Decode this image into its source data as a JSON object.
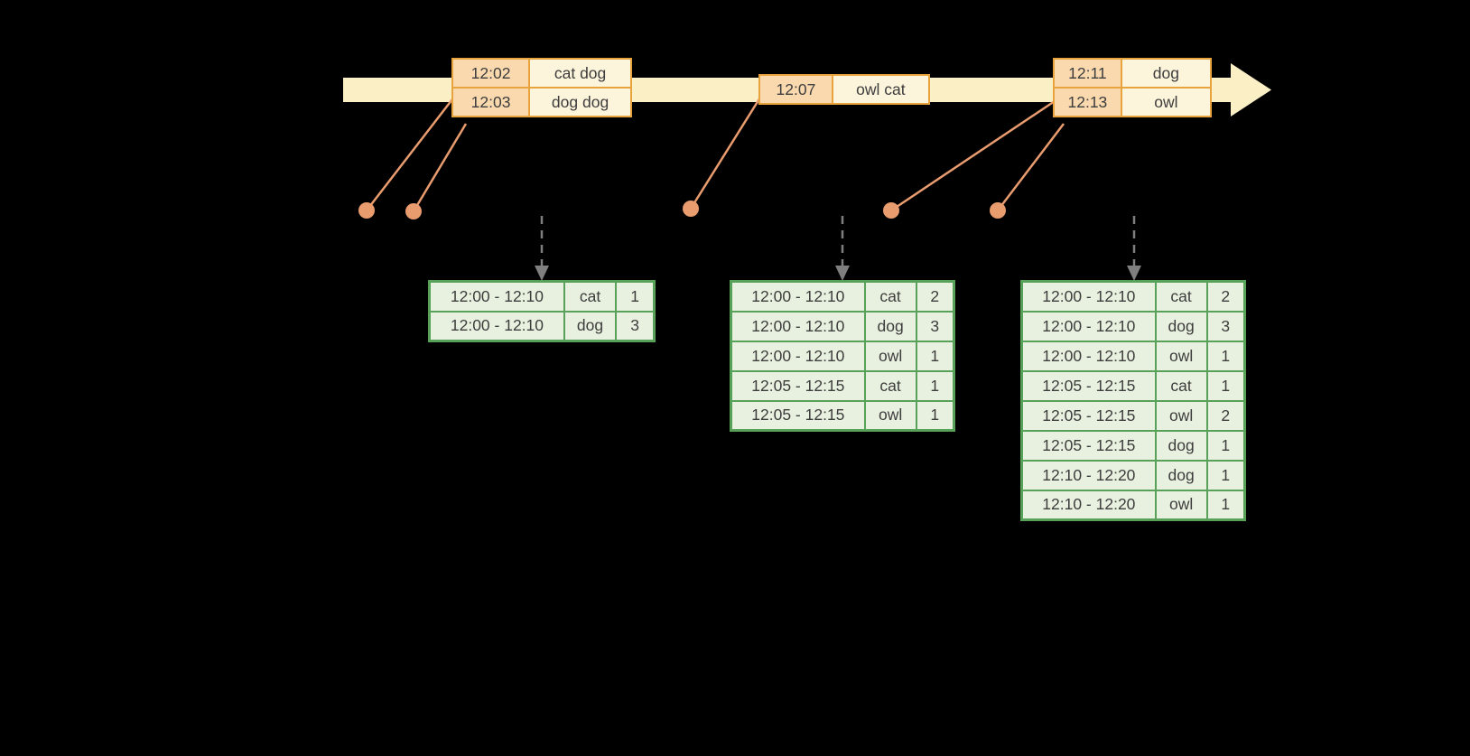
{
  "colors": {
    "background": "#000000",
    "timeline_fill": "#FAEFC5",
    "event_border": "#E9A33D",
    "event_time_fill": "#FAD9AF",
    "event_word_fill": "#FDF4DC",
    "connector": "#E99C6E",
    "dashed_arrow": "#7F7F7F",
    "result_border": "#58A158",
    "result_cell_fill": "#E8F1DF",
    "table_text": "#3D3D3D"
  },
  "event_tables": [
    {
      "rows": [
        [
          "12:02",
          "cat dog"
        ],
        [
          "12:03",
          "dog dog"
        ]
      ]
    },
    {
      "rows": [
        [
          "12:07",
          "owl cat"
        ]
      ]
    },
    {
      "rows": [
        [
          "12:11",
          "dog"
        ],
        [
          "12:13",
          "owl"
        ]
      ]
    }
  ],
  "result_tables": [
    {
      "rows": [
        [
          "12:00 - 12:10",
          "cat",
          "1"
        ],
        [
          "12:00 - 12:10",
          "dog",
          "3"
        ]
      ]
    },
    {
      "rows": [
        [
          "12:00 - 12:10",
          "cat",
          "2"
        ],
        [
          "12:00 - 12:10",
          "dog",
          "3"
        ],
        [
          "12:00 - 12:10",
          "owl",
          "1"
        ],
        [
          "12:05 - 12:15",
          "cat",
          "1"
        ],
        [
          "12:05 - 12:15",
          "owl",
          "1"
        ]
      ]
    },
    {
      "rows": [
        [
          "12:00 - 12:10",
          "cat",
          "2"
        ],
        [
          "12:00 - 12:10",
          "dog",
          "3"
        ],
        [
          "12:00 - 12:10",
          "owl",
          "1"
        ],
        [
          "12:05 - 12:15",
          "cat",
          "1"
        ],
        [
          "12:05 - 12:15",
          "owl",
          "2"
        ],
        [
          "12:05 - 12:15",
          "dog",
          "1"
        ],
        [
          "12:10 - 12:20",
          "dog",
          "1"
        ],
        [
          "12:10 - 12:20",
          "owl",
          "1"
        ]
      ]
    }
  ]
}
